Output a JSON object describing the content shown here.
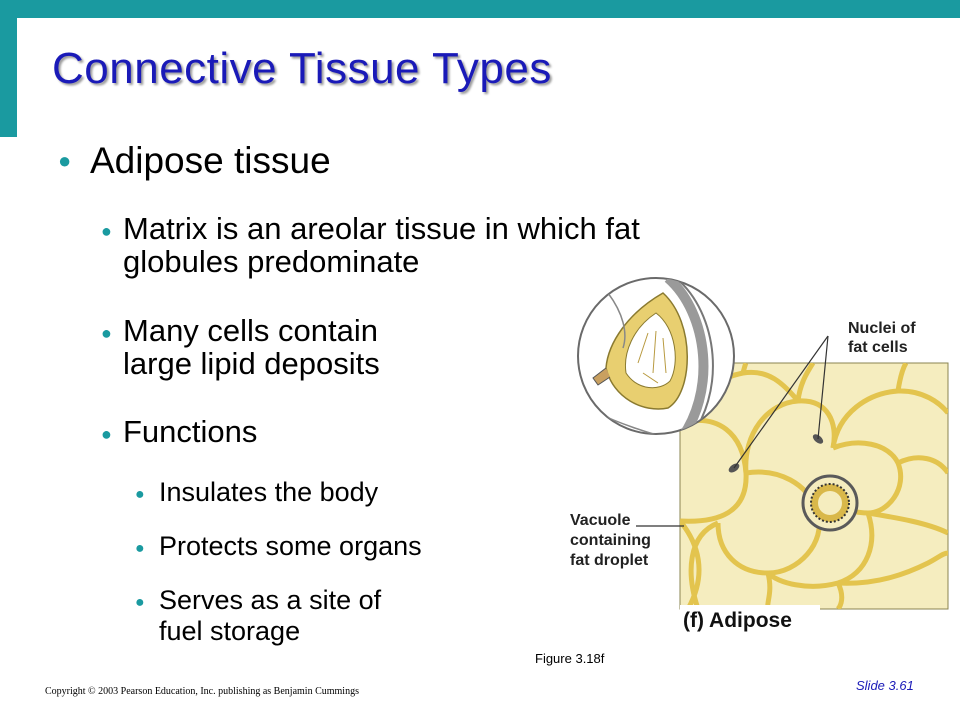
{
  "slide": {
    "title": "Connective Tissue Types",
    "level1": "Adipose tissue",
    "bullets": [
      {
        "lines": [
          "Matrix is an areolar tissue in which fat",
          "globules predominate"
        ]
      },
      {
        "lines": [
          "Many cells contain",
          "large lipid deposits"
        ]
      },
      {
        "lines": [
          "Functions"
        ]
      }
    ],
    "functions": [
      {
        "lines": [
          "Insulates the body"
        ]
      },
      {
        "lines": [
          "Protects some organs"
        ]
      },
      {
        "lines": [
          "Serves as a site of",
          "fuel storage"
        ]
      }
    ]
  },
  "figure": {
    "label_nuclei": [
      "Nuclei of",
      "fat cells"
    ],
    "label_vacuole": [
      "Vacuole",
      "containing",
      "fat droplet"
    ],
    "label_adipose": "(f) Adipose",
    "caption": "Figure 3.18f"
  },
  "footer": {
    "copyright": "Copyright © 2003 Pearson Education, Inc. publishing as Benjamin Cummings",
    "slide_number": "Slide 3.61"
  },
  "colors": {
    "accent": "#1a9aa0",
    "title": "#1a1ab8"
  }
}
